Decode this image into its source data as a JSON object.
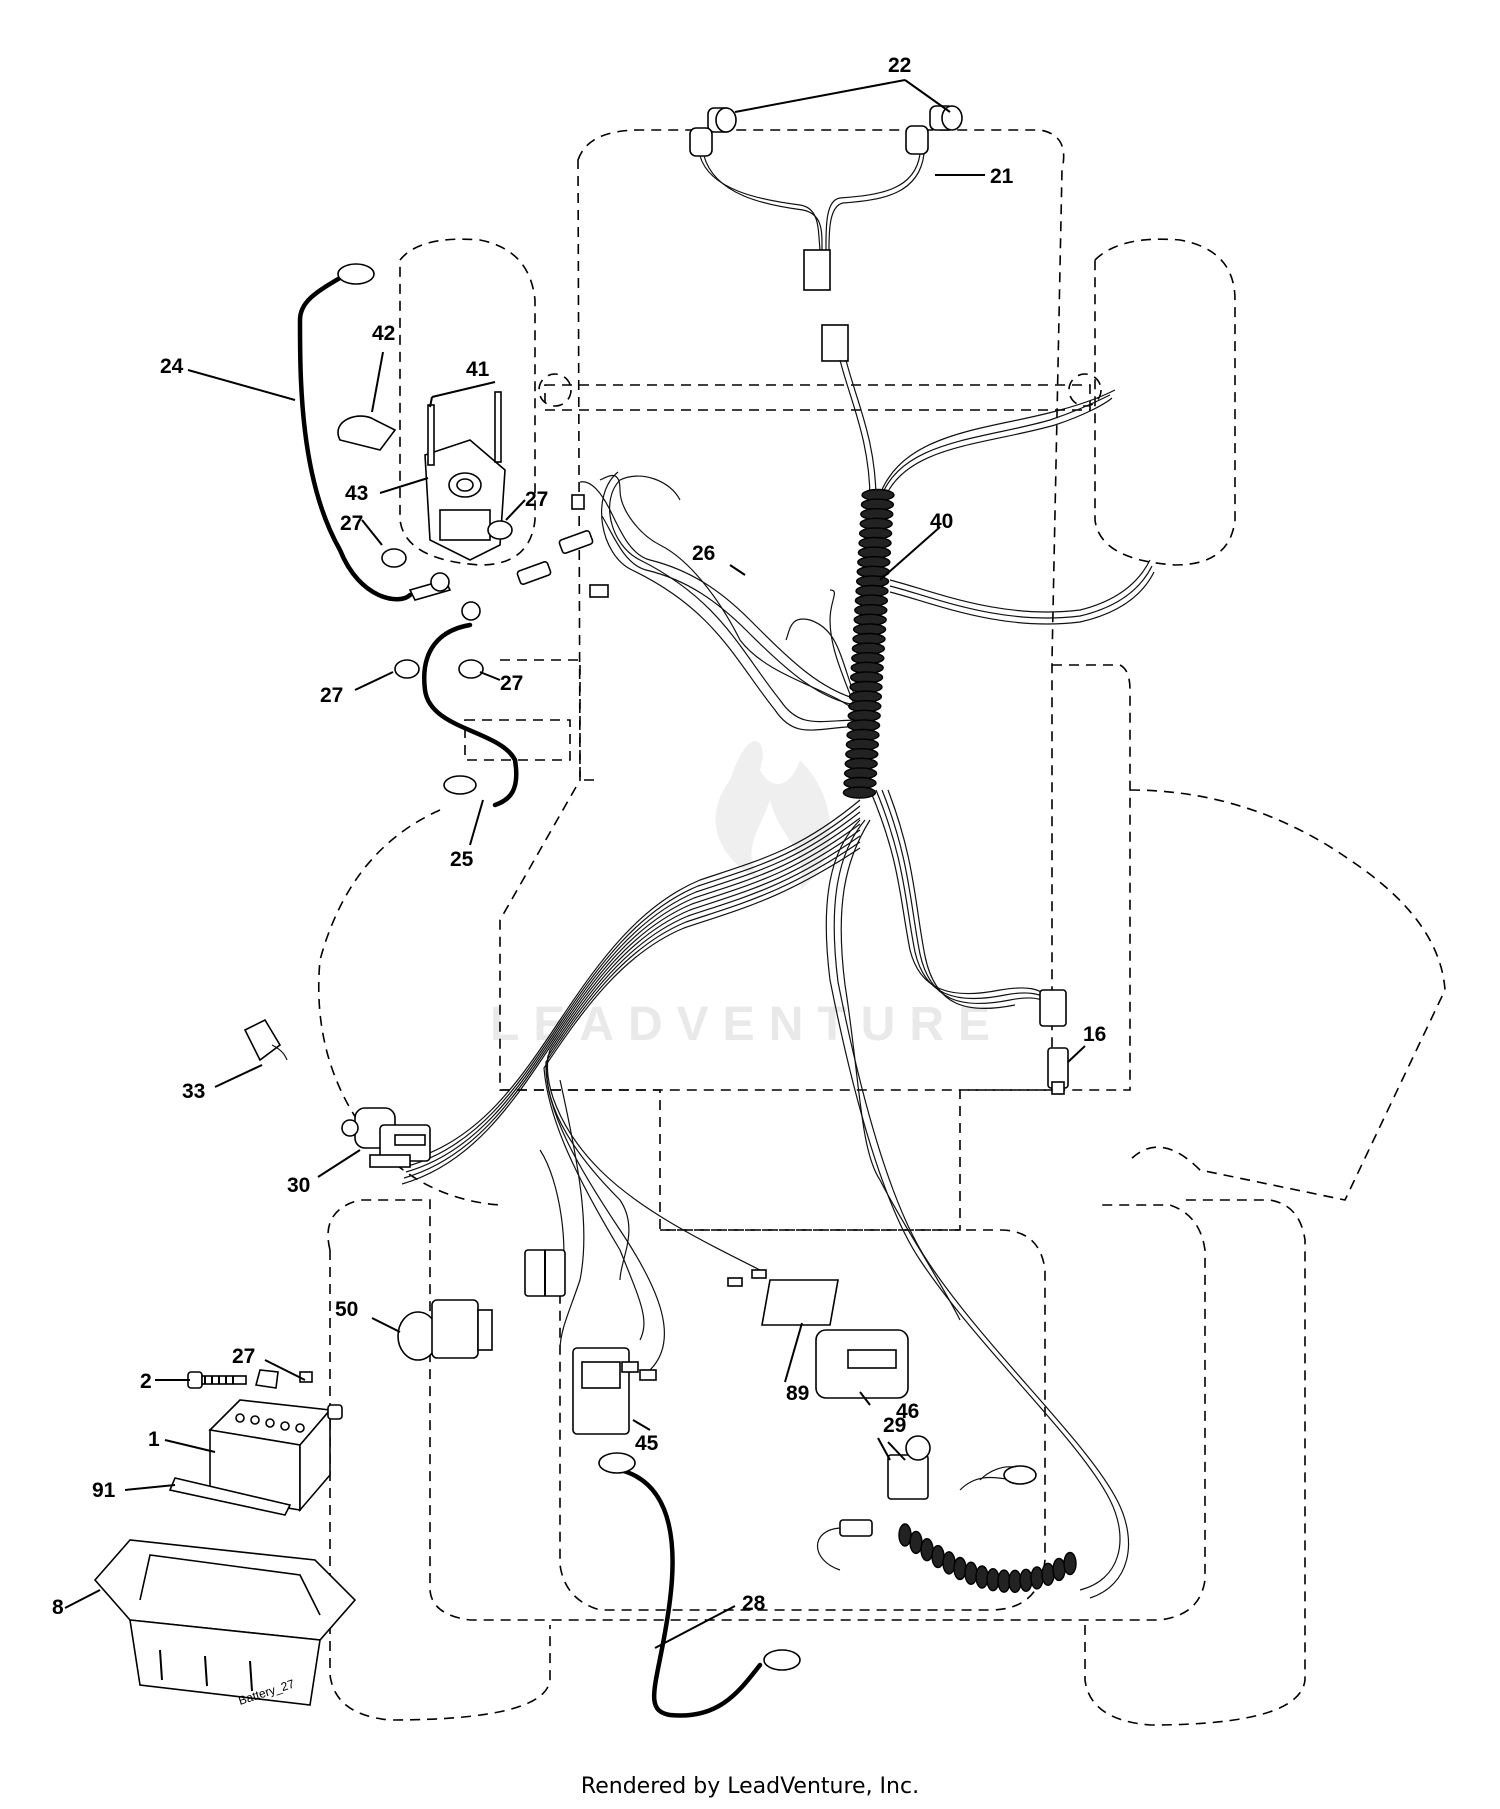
{
  "footer": "Rendered by LeadVenture, Inc.",
  "watermark": "LEADVENTURE",
  "battery_note": "Battery_27",
  "callouts": {
    "c1": "1",
    "c2": "2",
    "c8": "8",
    "c16": "16",
    "c21": "21",
    "c22": "22",
    "c24": "24",
    "c25": "25",
    "c26": "26",
    "c27a": "27",
    "c27b": "27",
    "c27c": "27",
    "c27d": "27",
    "c27e": "27",
    "c28": "28",
    "c29": "29",
    "c30": "30",
    "c33": "33",
    "c40": "40",
    "c41": "41",
    "c42": "42",
    "c43": "43",
    "c45": "45",
    "c46": "46",
    "c50": "50",
    "c89": "89",
    "c91": "91"
  }
}
